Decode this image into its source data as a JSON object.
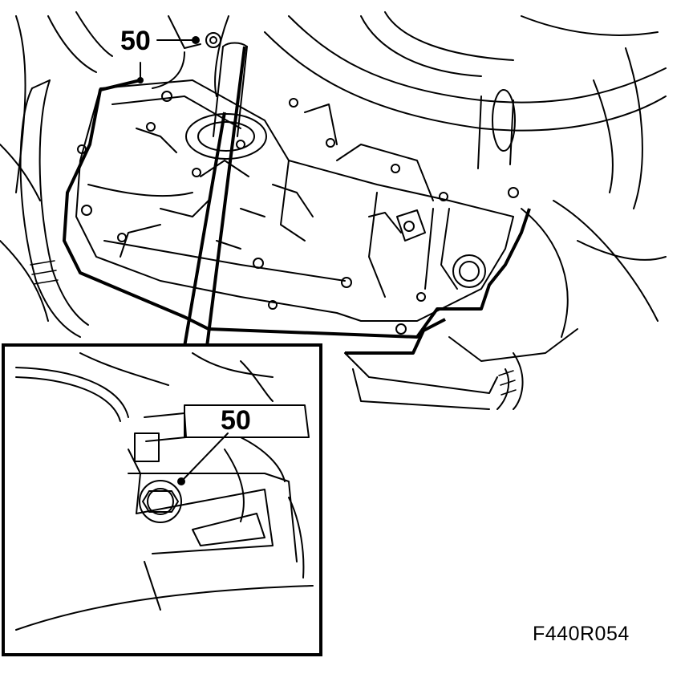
{
  "callouts": {
    "main_bolt": "50",
    "inset_bolt": "50"
  },
  "figure_code": "F440R054",
  "colors": {
    "line": "#000000",
    "background": "#ffffff"
  }
}
